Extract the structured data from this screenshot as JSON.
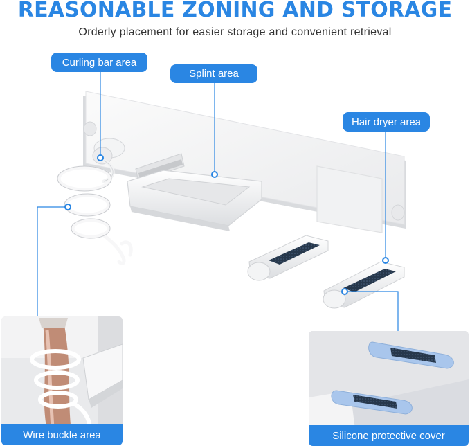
{
  "header": {
    "title": "REASONABLE ZONING AND STORAGE",
    "subtitle": "Orderly placement for easier storage and convenient retrieval"
  },
  "callouts": {
    "curling_bar": "Curling bar area",
    "splint": "Splint area",
    "hair_dryer": "Hair dryer area",
    "wire_buckle": "Wire buckle area",
    "silicone_cover": "Silicone protective cover"
  },
  "colors": {
    "accent": "#2a86e3",
    "silicone_pad": "#3b4e66",
    "silicone_cover_blue": "#a9c6ec"
  }
}
